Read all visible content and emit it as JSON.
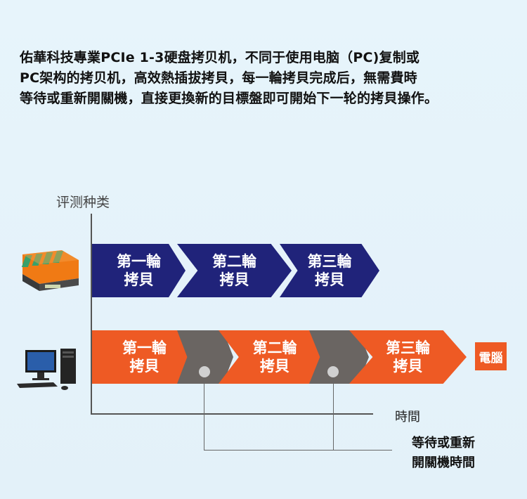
{
  "intro": {
    "lines": [
      "佑華科技專業PCIe 1-3硬盘拷贝机，不同于使用电脑（PC)复制或",
      "PC架构的拷贝机，高效熱插拔拷貝，每一輪拷貝完成后，無需費時",
      "等待或重新開關機，直接更換新的目標盤即可開始下一轮的拷貝操作。"
    ]
  },
  "diagram": {
    "y_axis_label": "评测种类",
    "x_axis_label": "時間",
    "duplicator_row": {
      "icon": "duplicator-icon",
      "color": "#20237a",
      "steps": [
        {
          "line1": "第一輪",
          "line2": "拷貝"
        },
        {
          "line1": "第二輪",
          "line2": "拷貝"
        },
        {
          "line1": "第三輪",
          "line2": "拷貝"
        }
      ]
    },
    "pc_row": {
      "icon": "desktop-computer-icon",
      "color": "#ee5a24",
      "wait_color": "#6a6562",
      "steps": [
        {
          "line1": "第一輪",
          "line2": "拷貝"
        },
        {
          "line1": "第二輪",
          "line2": "拷貝"
        },
        {
          "line1": "第三輪",
          "line2": "拷貝"
        }
      ],
      "end_tag": "電腦"
    },
    "wait_note": {
      "line1": "等待或重新",
      "line2": "開關機時間"
    }
  }
}
